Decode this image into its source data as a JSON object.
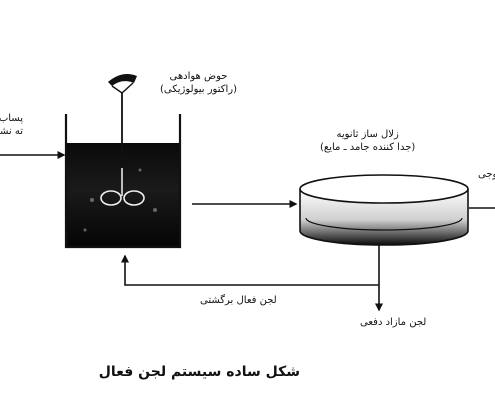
{
  "labels": {
    "influent_line1": "پساب خر",
    "influent_line2": "ته نشی",
    "aeration_tank": "حوض هوادهی",
    "aeration_tank_sub": "(راکتور بیولوژیکی)",
    "secondary_clarifier": "زلال ساز ثانویه",
    "secondary_clarifier_sub": "(جدا کننده جامد ـ مایع)",
    "effluent": "وجی",
    "return_sludge": "لجن فعال برگشتی",
    "excess_sludge": "لجن مازاد دفعی"
  },
  "caption": "شکل ساده سیستم لجن فعال",
  "colors": {
    "ink": "#111111",
    "background": "#ffffff"
  }
}
